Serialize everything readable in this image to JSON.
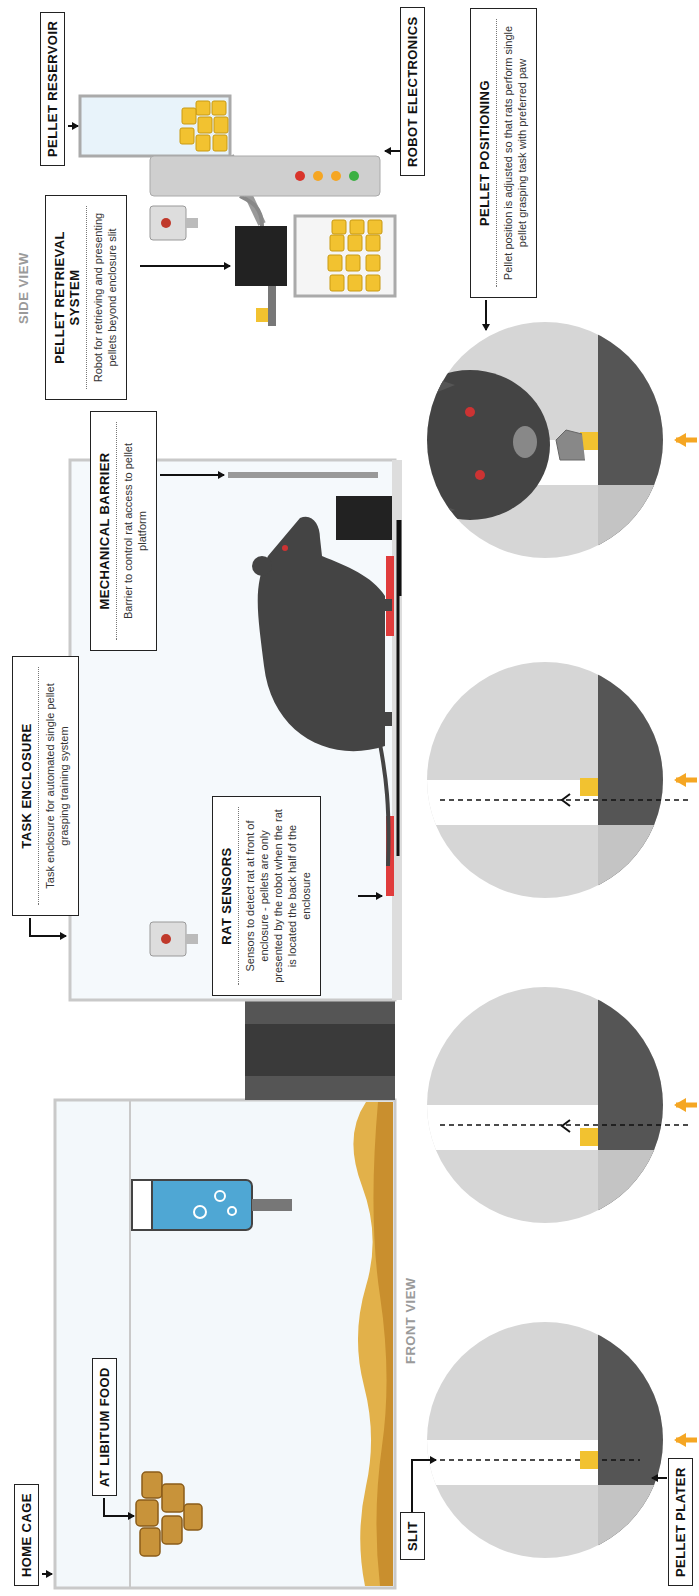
{
  "diagram": {
    "nodes": [
      {
        "text": [
          "HOME CAGE"
        ]
      },
      {
        "text": [
          "AT LIBITUM FOOD"
        ]
      },
      {
        "text": [
          "TASK ENCLOSURE",
          "Task enclosure for automated single pellet grasping training system"
        ]
      },
      {
        "text": [
          "MECHANICAL BARRIER",
          "Barrier to control rat access to pellet platform"
        ]
      },
      {
        "text": [
          "RAT SENSORS",
          "Sensors to detect rat at front of enclosure - pellets are only presented by the robot when the rat is located the back half of the enclosure"
        ]
      },
      {
        "text": [
          "PELLET RESERVOIR"
        ]
      },
      {
        "text": [
          "PELLET RETRIEVAL SYSTEM",
          "Robot for retrieving and presenting pellets beyond enclosure slit"
        ]
      },
      {
        "text": [
          "ROBOT ELECTRONICS"
        ]
      },
      {
        "text": [
          "SLIT"
        ]
      },
      {
        "text": [
          "PELLET PLATER"
        ]
      },
      {
        "text": [
          "PELLET POSITIONING",
          "Pellet position is adjusted so that rats perform single pellet grasping task with preferred paw"
        ]
      }
    ],
    "labels": [
      "SIDE VIEW",
      "FRONT VIEW"
    ]
  }
}
